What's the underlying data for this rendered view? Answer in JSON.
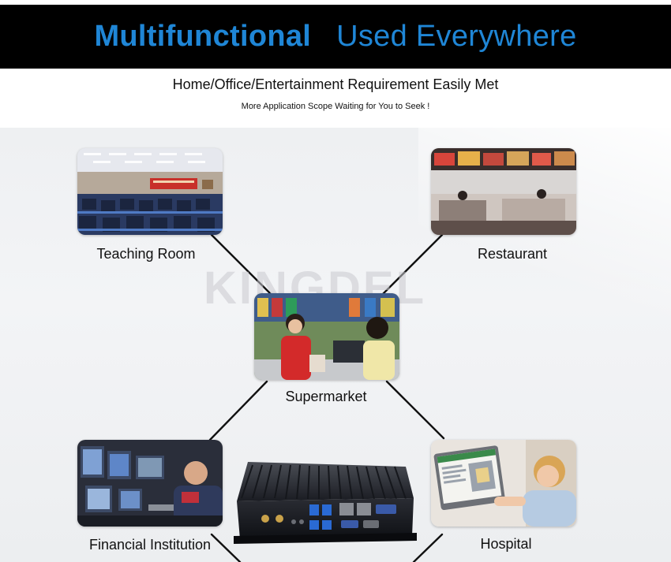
{
  "banner": {
    "title_bold": "Multifunctional",
    "title_regular": "Used Everywhere",
    "title_color": "#1f86d6",
    "background": "#000000"
  },
  "subhead": {
    "line1": "Home/Office/Entertainment Requirement Easily Met",
    "line2": "More Application Scope Waiting for You to Seek !"
  },
  "watermark": "KINGDEL",
  "scenes": {
    "teaching_room": "Teaching Room",
    "restaurant": "Restaurant",
    "supermarket": "Supermarket",
    "financial_institution": "Financial Institution",
    "hospital": "Hospital"
  },
  "product_icon": "fanless-mini-pc-icon"
}
